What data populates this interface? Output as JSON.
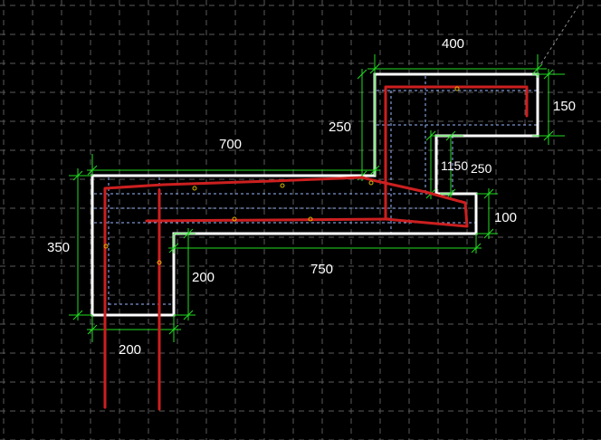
{
  "drawing": {
    "background_color": "#000000",
    "grid_color": "#5a5a5a",
    "outline_color": "#ffffff",
    "dimension_color": "#22dd22",
    "rebar_color": "#cc1f1f",
    "hidden_line_color": "#9ab8ff",
    "marker_color": "#d8b400"
  },
  "dimensions": {
    "top_width": "400",
    "top_right_height": "150",
    "upper_step": "250",
    "beam_length": "700",
    "step_small": "1150",
    "step_small_b": "250",
    "right_height": "100",
    "left_height": "350",
    "lower_length": "750",
    "leg_inner": "200",
    "leg_width": "200"
  }
}
